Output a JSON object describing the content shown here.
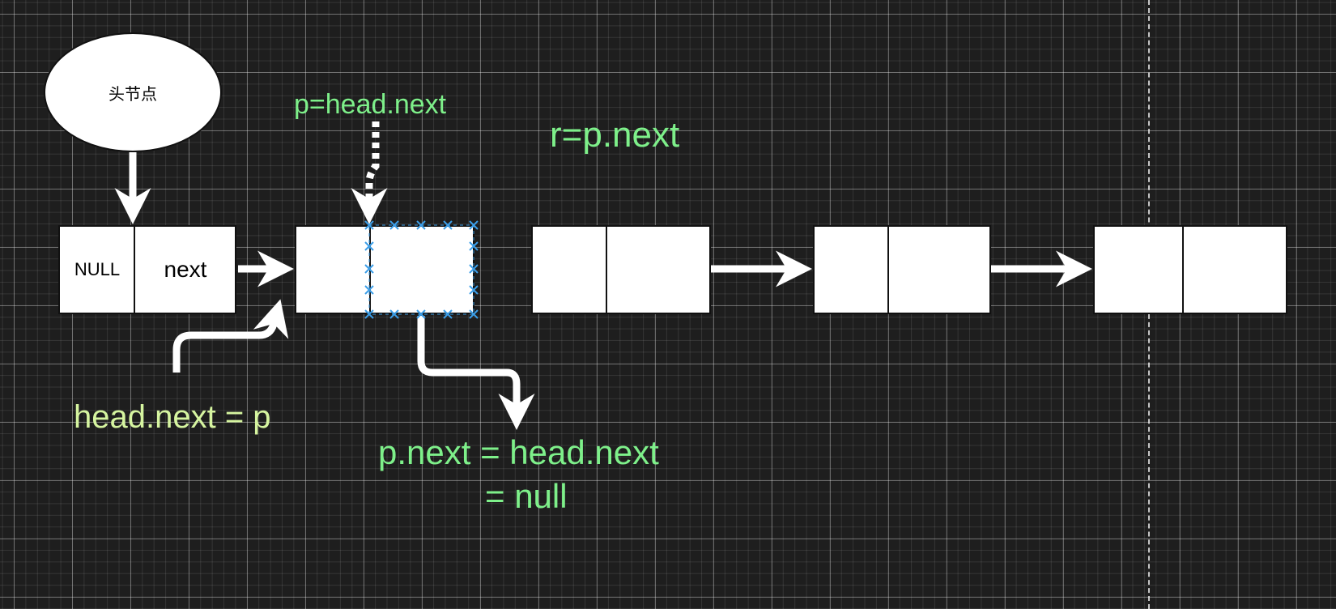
{
  "diagram": {
    "head_node_label": "头节点",
    "node1": {
      "data": "NULL",
      "pointer": "next"
    },
    "annotations": {
      "p_assign": "p=head.next",
      "r_assign": "r=p.next",
      "head_next_assign": "head.next = p",
      "p_next_assign_line1": "p.next = head.next",
      "p_next_assign_line2": "= null"
    }
  },
  "colors": {
    "background": "#1e1e1e",
    "annotation_green": "#7ef08a",
    "annotation_yellow_green": "#d6f5a0",
    "selection_marker": "#3b9ee8",
    "arrow": "#ffffff"
  }
}
